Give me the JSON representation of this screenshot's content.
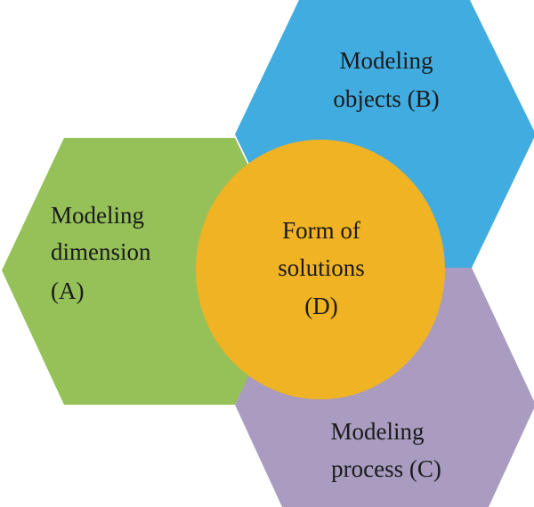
{
  "colors": {
    "dimension": "#95c158",
    "objects": "#41acdf",
    "process": "#a99cc0",
    "solutions": "#f0b323"
  },
  "nodes": {
    "dimension": {
      "lines": [
        "Modeling",
        "dimension",
        "(A)"
      ]
    },
    "objects": {
      "lines": [
        "Modeling",
        "objects (B)"
      ]
    },
    "process": {
      "lines": [
        "Modeling",
        "process (C)"
      ]
    },
    "solutions": {
      "lines": [
        "Form of",
        "solutions",
        "(D)"
      ]
    }
  }
}
